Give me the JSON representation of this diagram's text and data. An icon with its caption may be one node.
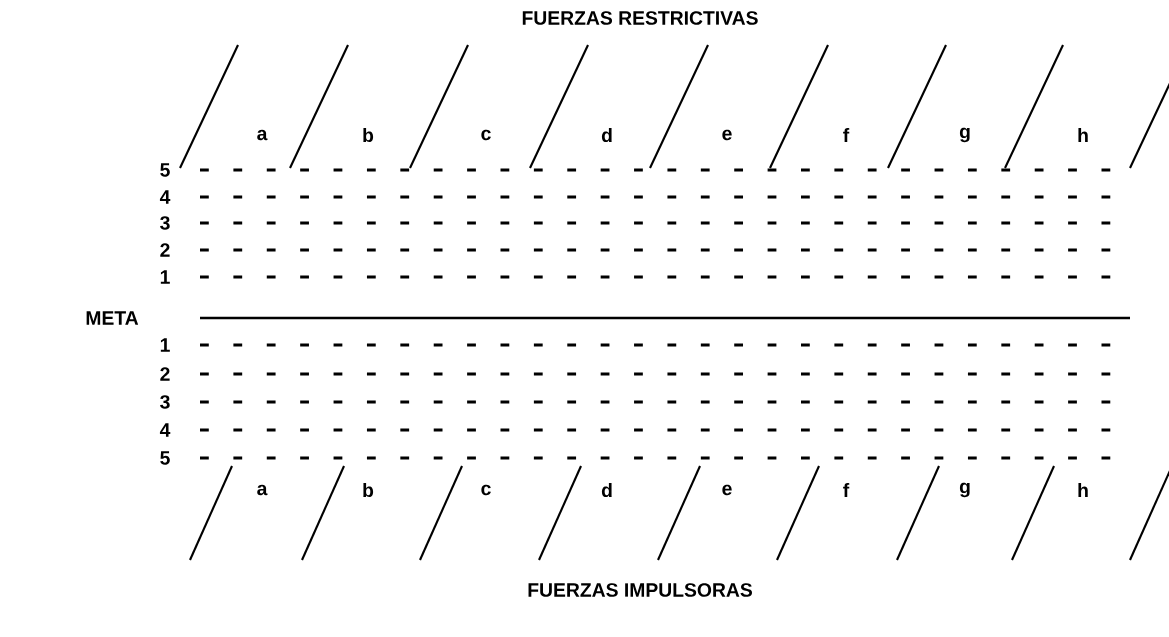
{
  "diagram": {
    "labels": [
      "FUERZAS RESTRICTIVAS",
      "a",
      "b",
      "c",
      "d",
      "e",
      "f",
      "g",
      "h",
      "5",
      "4",
      "3",
      "2",
      "1",
      "META",
      "1",
      "2",
      "3",
      "4",
      "5",
      "a",
      "b",
      "c",
      "d",
      "e",
      "f",
      "g",
      "h",
      "FUERZAS IMPULSORAS"
    ]
  }
}
